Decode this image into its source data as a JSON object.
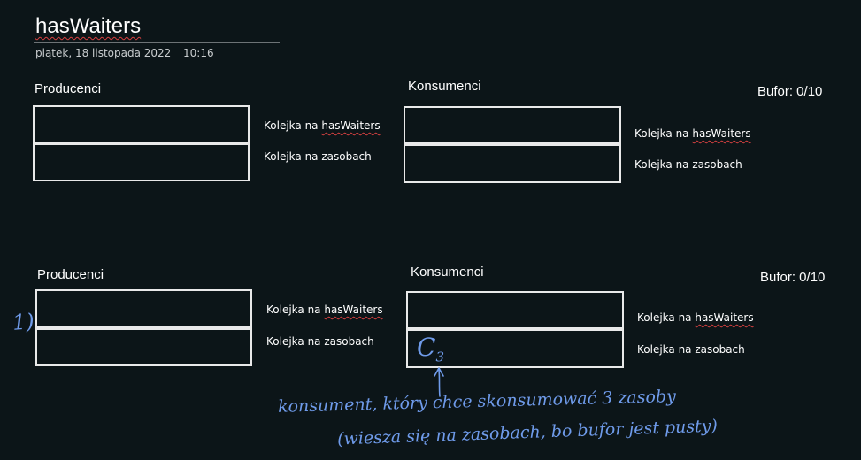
{
  "page": {
    "title": "hasWaiters",
    "date": "piątek, 18 listopada 2022",
    "time": "10:16"
  },
  "section1": {
    "producers_heading": "Producenci",
    "consumers_heading": "Konsumenci",
    "buffer_label": "Bufor: 0/10",
    "producers": {
      "queue_haswaiters_prefix": "Kolejka na ",
      "queue_haswaiters_word": "hasWaiters",
      "queue_resources": "Kolejka na zasobach"
    },
    "consumers": {
      "queue_haswaiters_prefix": "Kolejka na ",
      "queue_haswaiters_word": "hasWaiters",
      "queue_resources": "Kolejka na zasobach"
    }
  },
  "section2": {
    "producers_heading": "Producenci",
    "consumers_heading": "Konsumenci",
    "buffer_label": "Bufor: 0/10",
    "step_marker": "1)",
    "consumer_resource_queue_item": "C3",
    "producers": {
      "queue_haswaiters_prefix": "Kolejka na ",
      "queue_haswaiters_word": "hasWaiters",
      "queue_resources": "Kolejka na zasobach"
    },
    "consumers": {
      "queue_haswaiters_prefix": "Kolejka na ",
      "queue_haswaiters_word": "hasWaiters",
      "queue_resources": "Kolejka na zasobach"
    },
    "annotation_line1": "konsument, który chce skonsumować 3 zasoby",
    "annotation_line2": "(wiesza się na zasobach, bo bufor jest pusty)"
  },
  "colors": {
    "background": "#0c1518",
    "ink": "#6f9bea",
    "box_border": "#e9e9e9",
    "spellcheck": "#d64040"
  }
}
